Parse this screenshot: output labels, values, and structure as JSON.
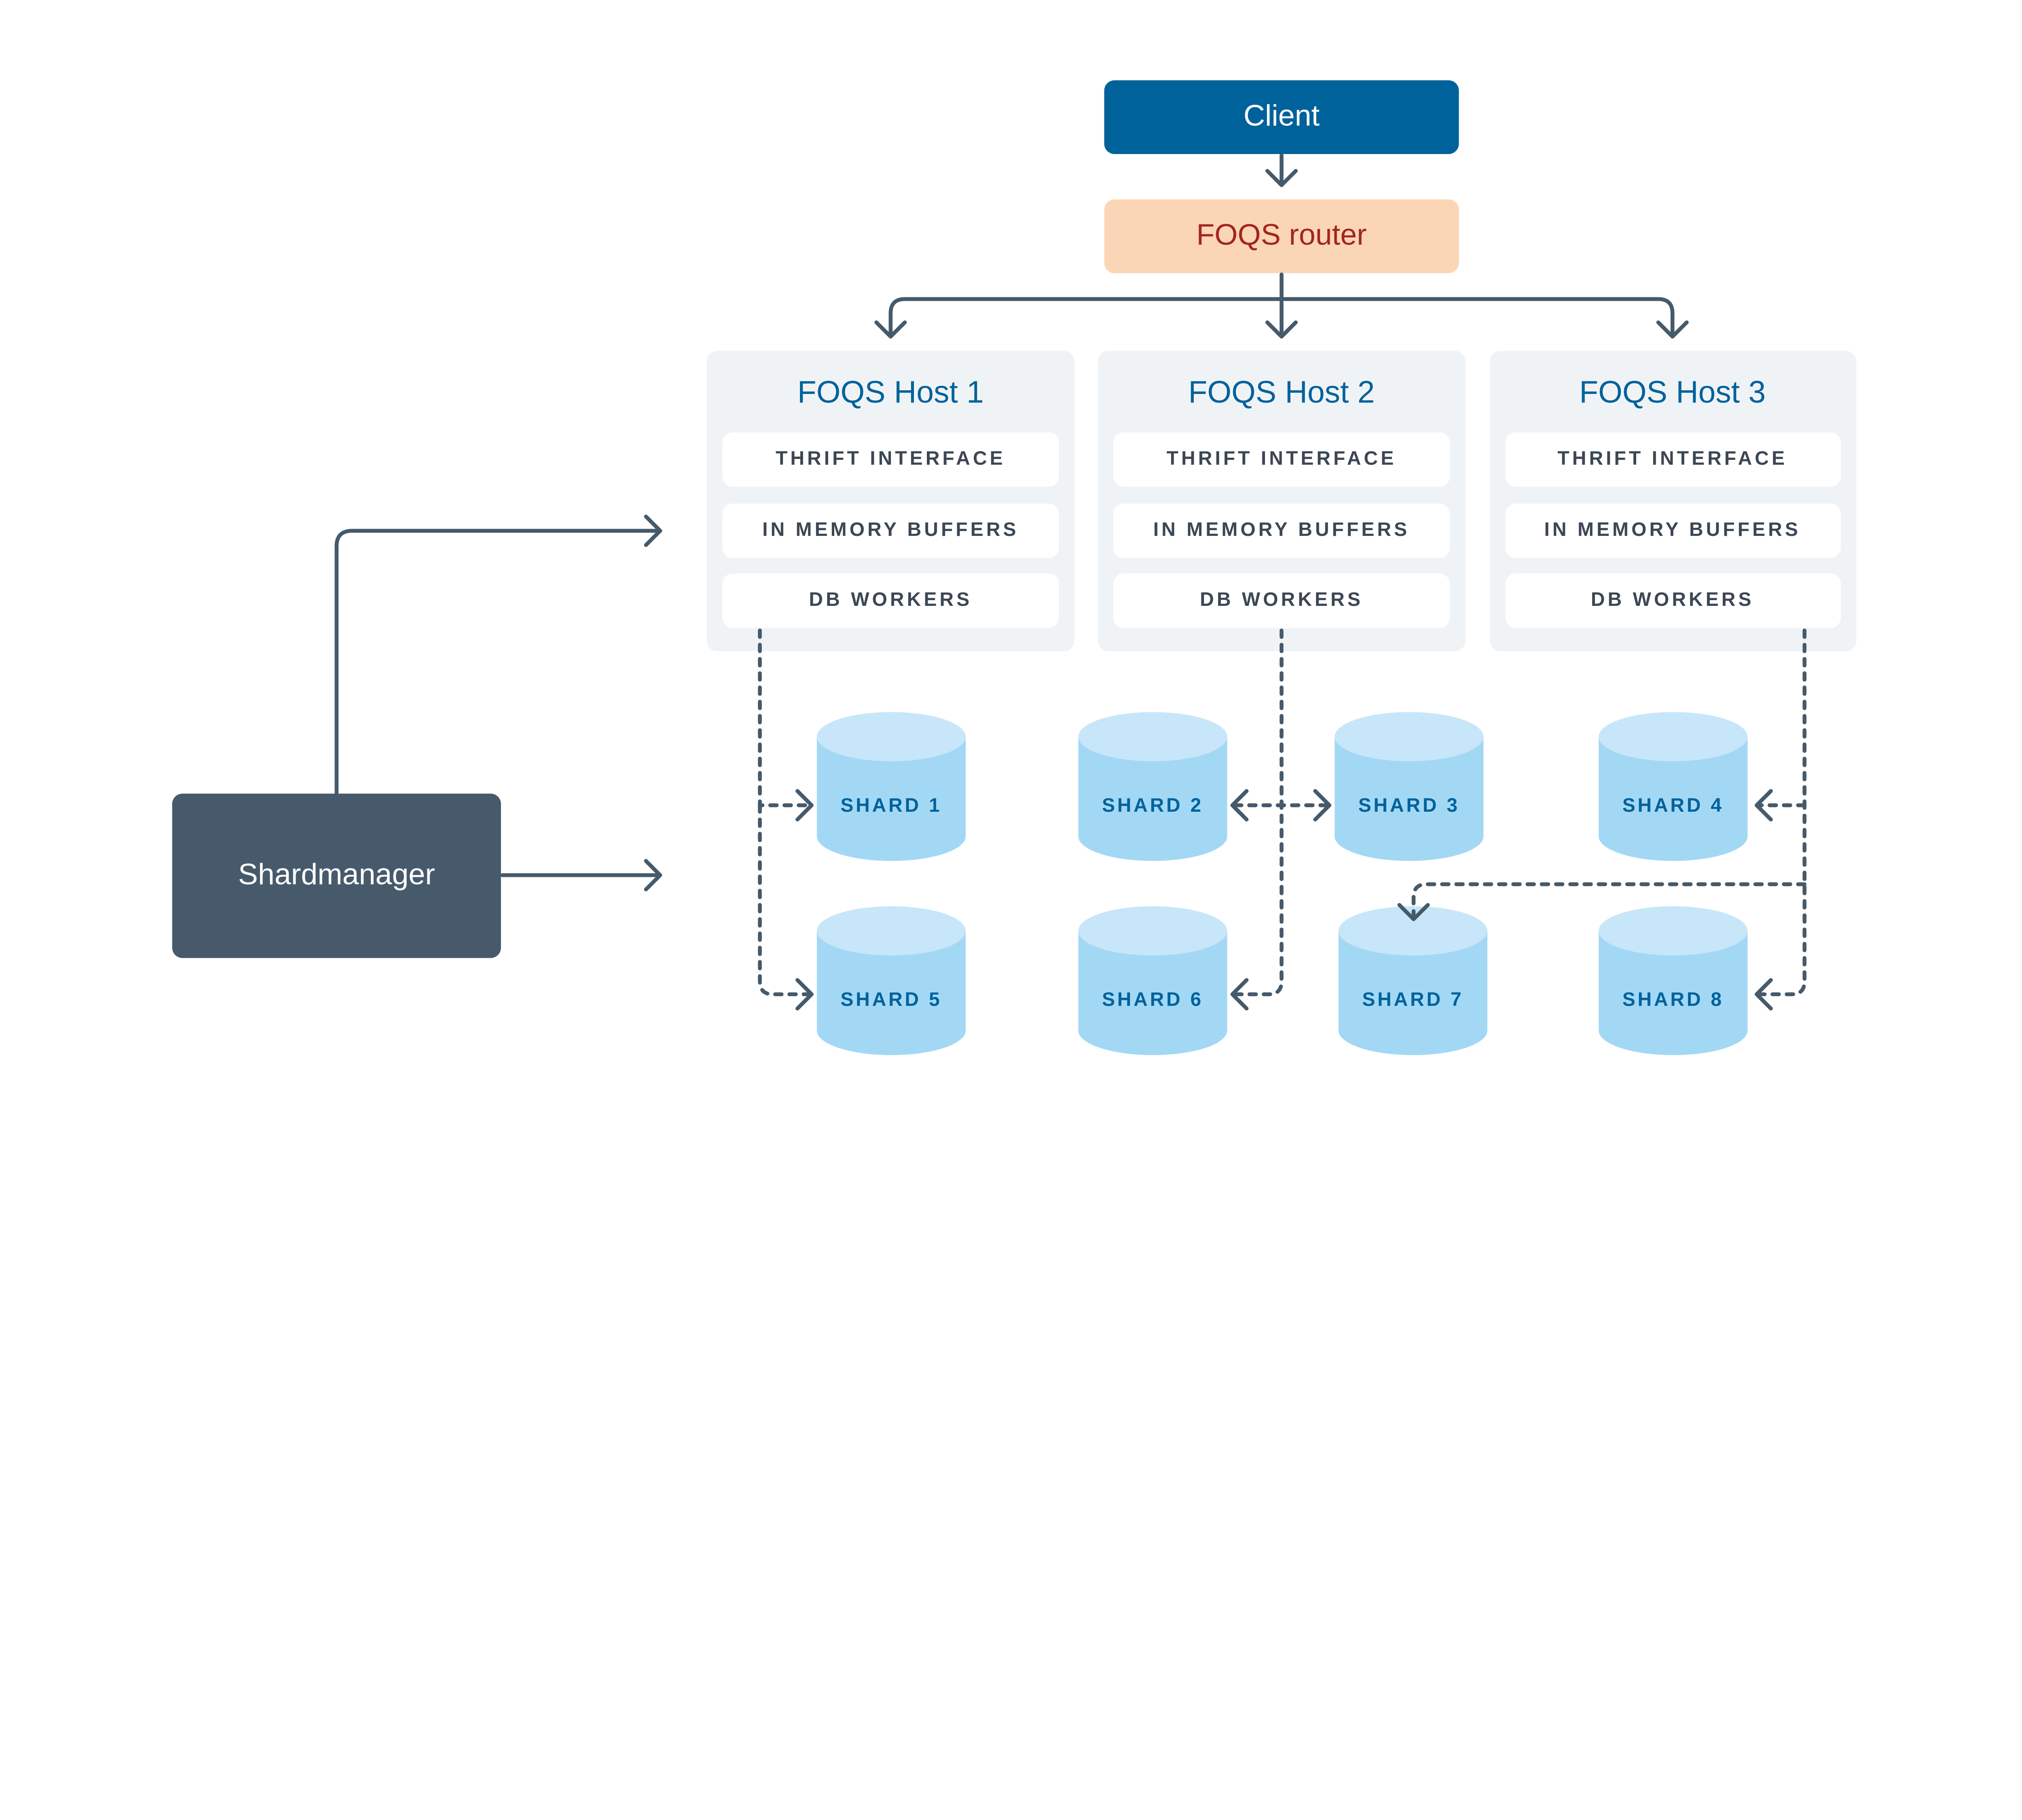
{
  "client": {
    "label": "Client"
  },
  "router": {
    "label": "FOQS router"
  },
  "hosts": [
    {
      "title": "FOQS Host 1",
      "rows": [
        "THRIFT INTERFACE",
        "IN MEMORY BUFFERS",
        "DB WORKERS"
      ]
    },
    {
      "title": "FOQS Host 2",
      "rows": [
        "THRIFT INTERFACE",
        "IN MEMORY BUFFERS",
        "DB WORKERS"
      ]
    },
    {
      "title": "FOQS Host 3",
      "rows": [
        "THRIFT INTERFACE",
        "IN MEMORY BUFFERS",
        "DB WORKERS"
      ]
    }
  ],
  "shardmanager": {
    "label": "Shardmanager"
  },
  "shards": [
    "SHARD 1",
    "SHARD 2",
    "SHARD 3",
    "SHARD 4",
    "SHARD 5",
    "SHARD 6",
    "SHARD 7",
    "SHARD 8"
  ],
  "colors": {
    "client": "#00629b",
    "router": "#fbd6b6",
    "router_text": "#a3261c",
    "host_panel": "#f0f3f6",
    "shardmanager": "#475a6b",
    "shard_body": "#a3d8f5",
    "shard_top": "#c8e6f9",
    "connector": "#455a6b"
  }
}
